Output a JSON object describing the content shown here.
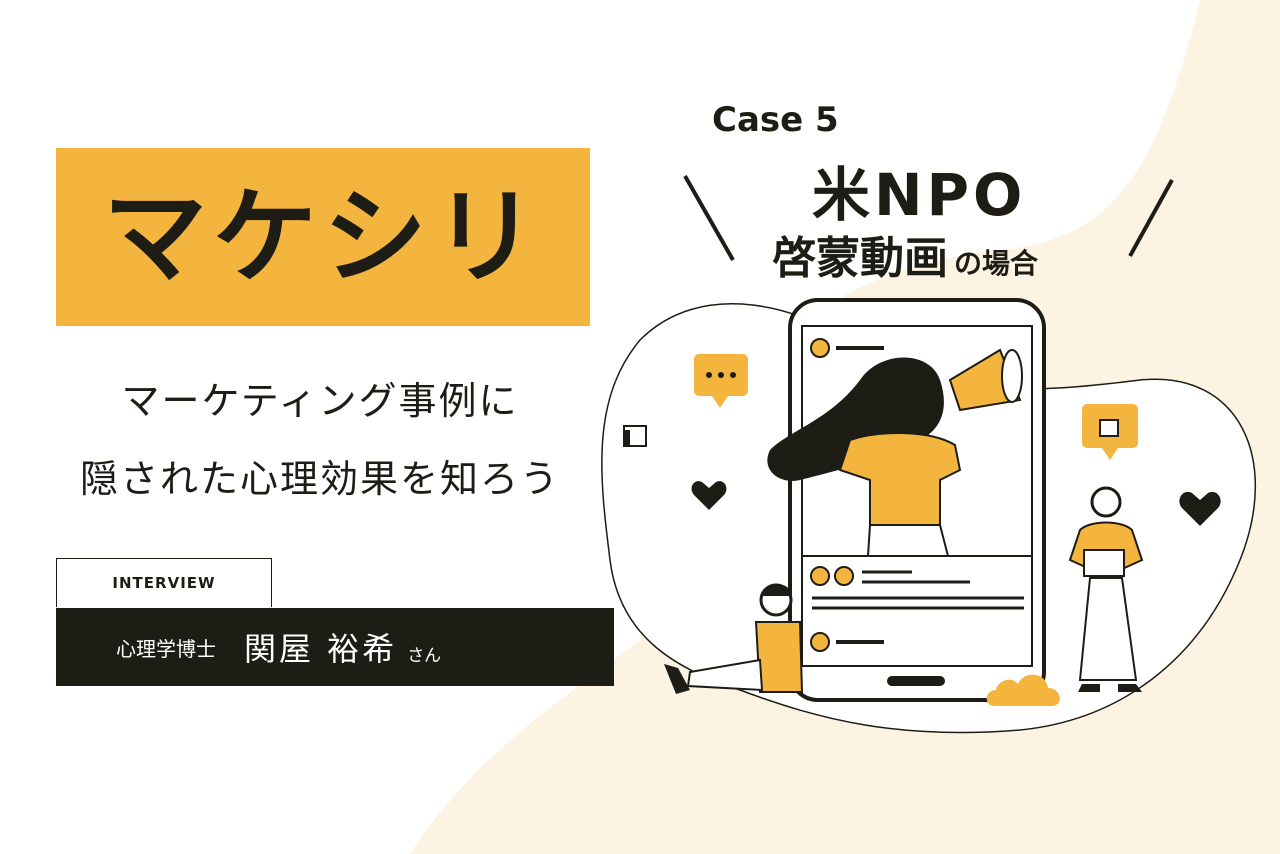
{
  "title": "マケシリ",
  "subtitle_line1": "マーケティング事例に",
  "subtitle_line2": "隠された心理効果を知ろう",
  "interview_tag": "INTERVIEW",
  "interviewee": {
    "role": "心理学博士",
    "name": "関屋 裕希",
    "honorific": "さん"
  },
  "case": {
    "number": "Case 5",
    "org": "米NPO",
    "topic": "啓蒙動画",
    "suffix": "の場合"
  },
  "colors": {
    "accent": "#f4b53f",
    "dark": "#1d1d16",
    "cream": "#fdf3e2"
  },
  "icons": [
    "like-icon",
    "heart-icon",
    "chat-bubble-icon",
    "megaphone-icon",
    "cloud-icon"
  ]
}
